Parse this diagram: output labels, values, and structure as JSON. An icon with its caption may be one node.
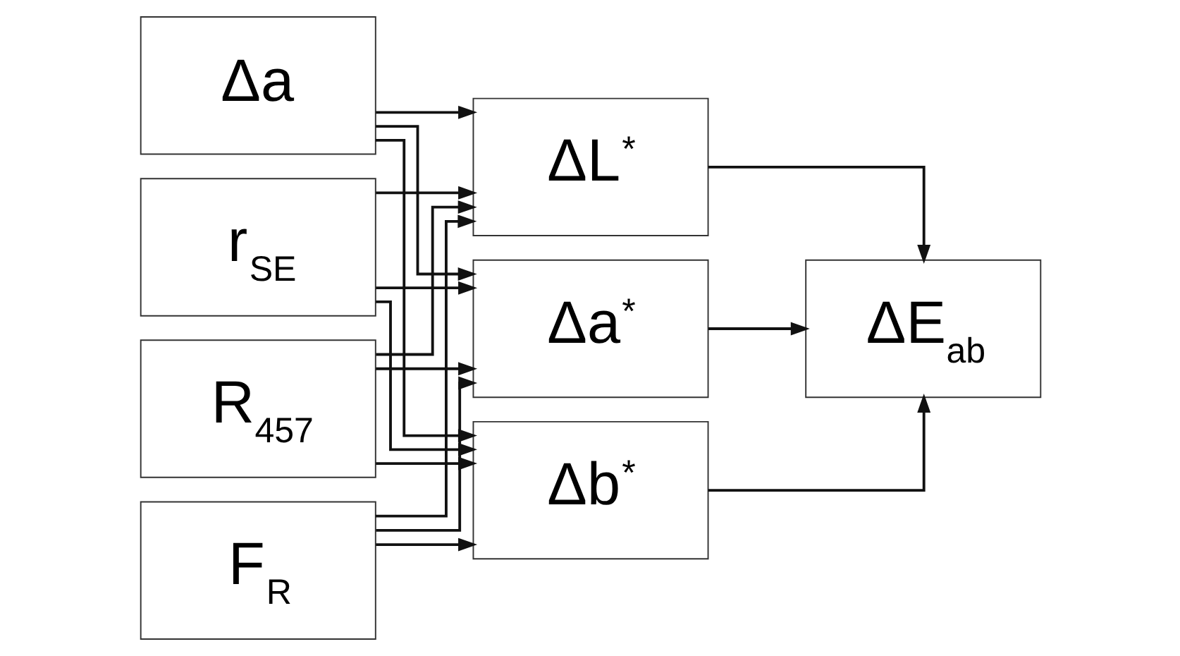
{
  "diagram": {
    "nodes": [
      {
        "text": [
          "Δa"
        ]
      },
      {
        "text": [
          "r$_{SE}$"
        ]
      },
      {
        "text": [
          "R$_{457}$"
        ]
      },
      {
        "text": [
          "F$_{R}$"
        ]
      },
      {
        "text": [
          "ΔL$^{*}$"
        ]
      },
      {
        "text": [
          "Δa$^{*}$"
        ]
      },
      {
        "text": [
          "Δb$^{*}$"
        ]
      },
      {
        "text": [
          "ΔE$_{ab}$"
        ]
      }
    ],
    "edges": [
      {
        "from": 0,
        "to": 4,
        "arrow": "to"
      },
      {
        "from": 0,
        "to": 5,
        "arrow": "to"
      },
      {
        "from": 0,
        "to": 6,
        "arrow": "to"
      },
      {
        "from": 1,
        "to": 4,
        "arrow": "to"
      },
      {
        "from": 1,
        "to": 5,
        "arrow": "to"
      },
      {
        "from": 1,
        "to": 6,
        "arrow": "to"
      },
      {
        "from": 2,
        "to": 4,
        "arrow": "to"
      },
      {
        "from": 2,
        "to": 5,
        "arrow": "to"
      },
      {
        "from": 2,
        "to": 6,
        "arrow": "to"
      },
      {
        "from": 3,
        "to": 4,
        "arrow": "to"
      },
      {
        "from": 3,
        "to": 5,
        "arrow": "to"
      },
      {
        "from": 3,
        "to": 6,
        "arrow": "to"
      },
      {
        "from": 4,
        "to": 7,
        "arrow": "to"
      },
      {
        "from": 5,
        "to": 7,
        "arrow": "to"
      },
      {
        "from": 6,
        "to": 7,
        "arrow": "to"
      }
    ]
  }
}
